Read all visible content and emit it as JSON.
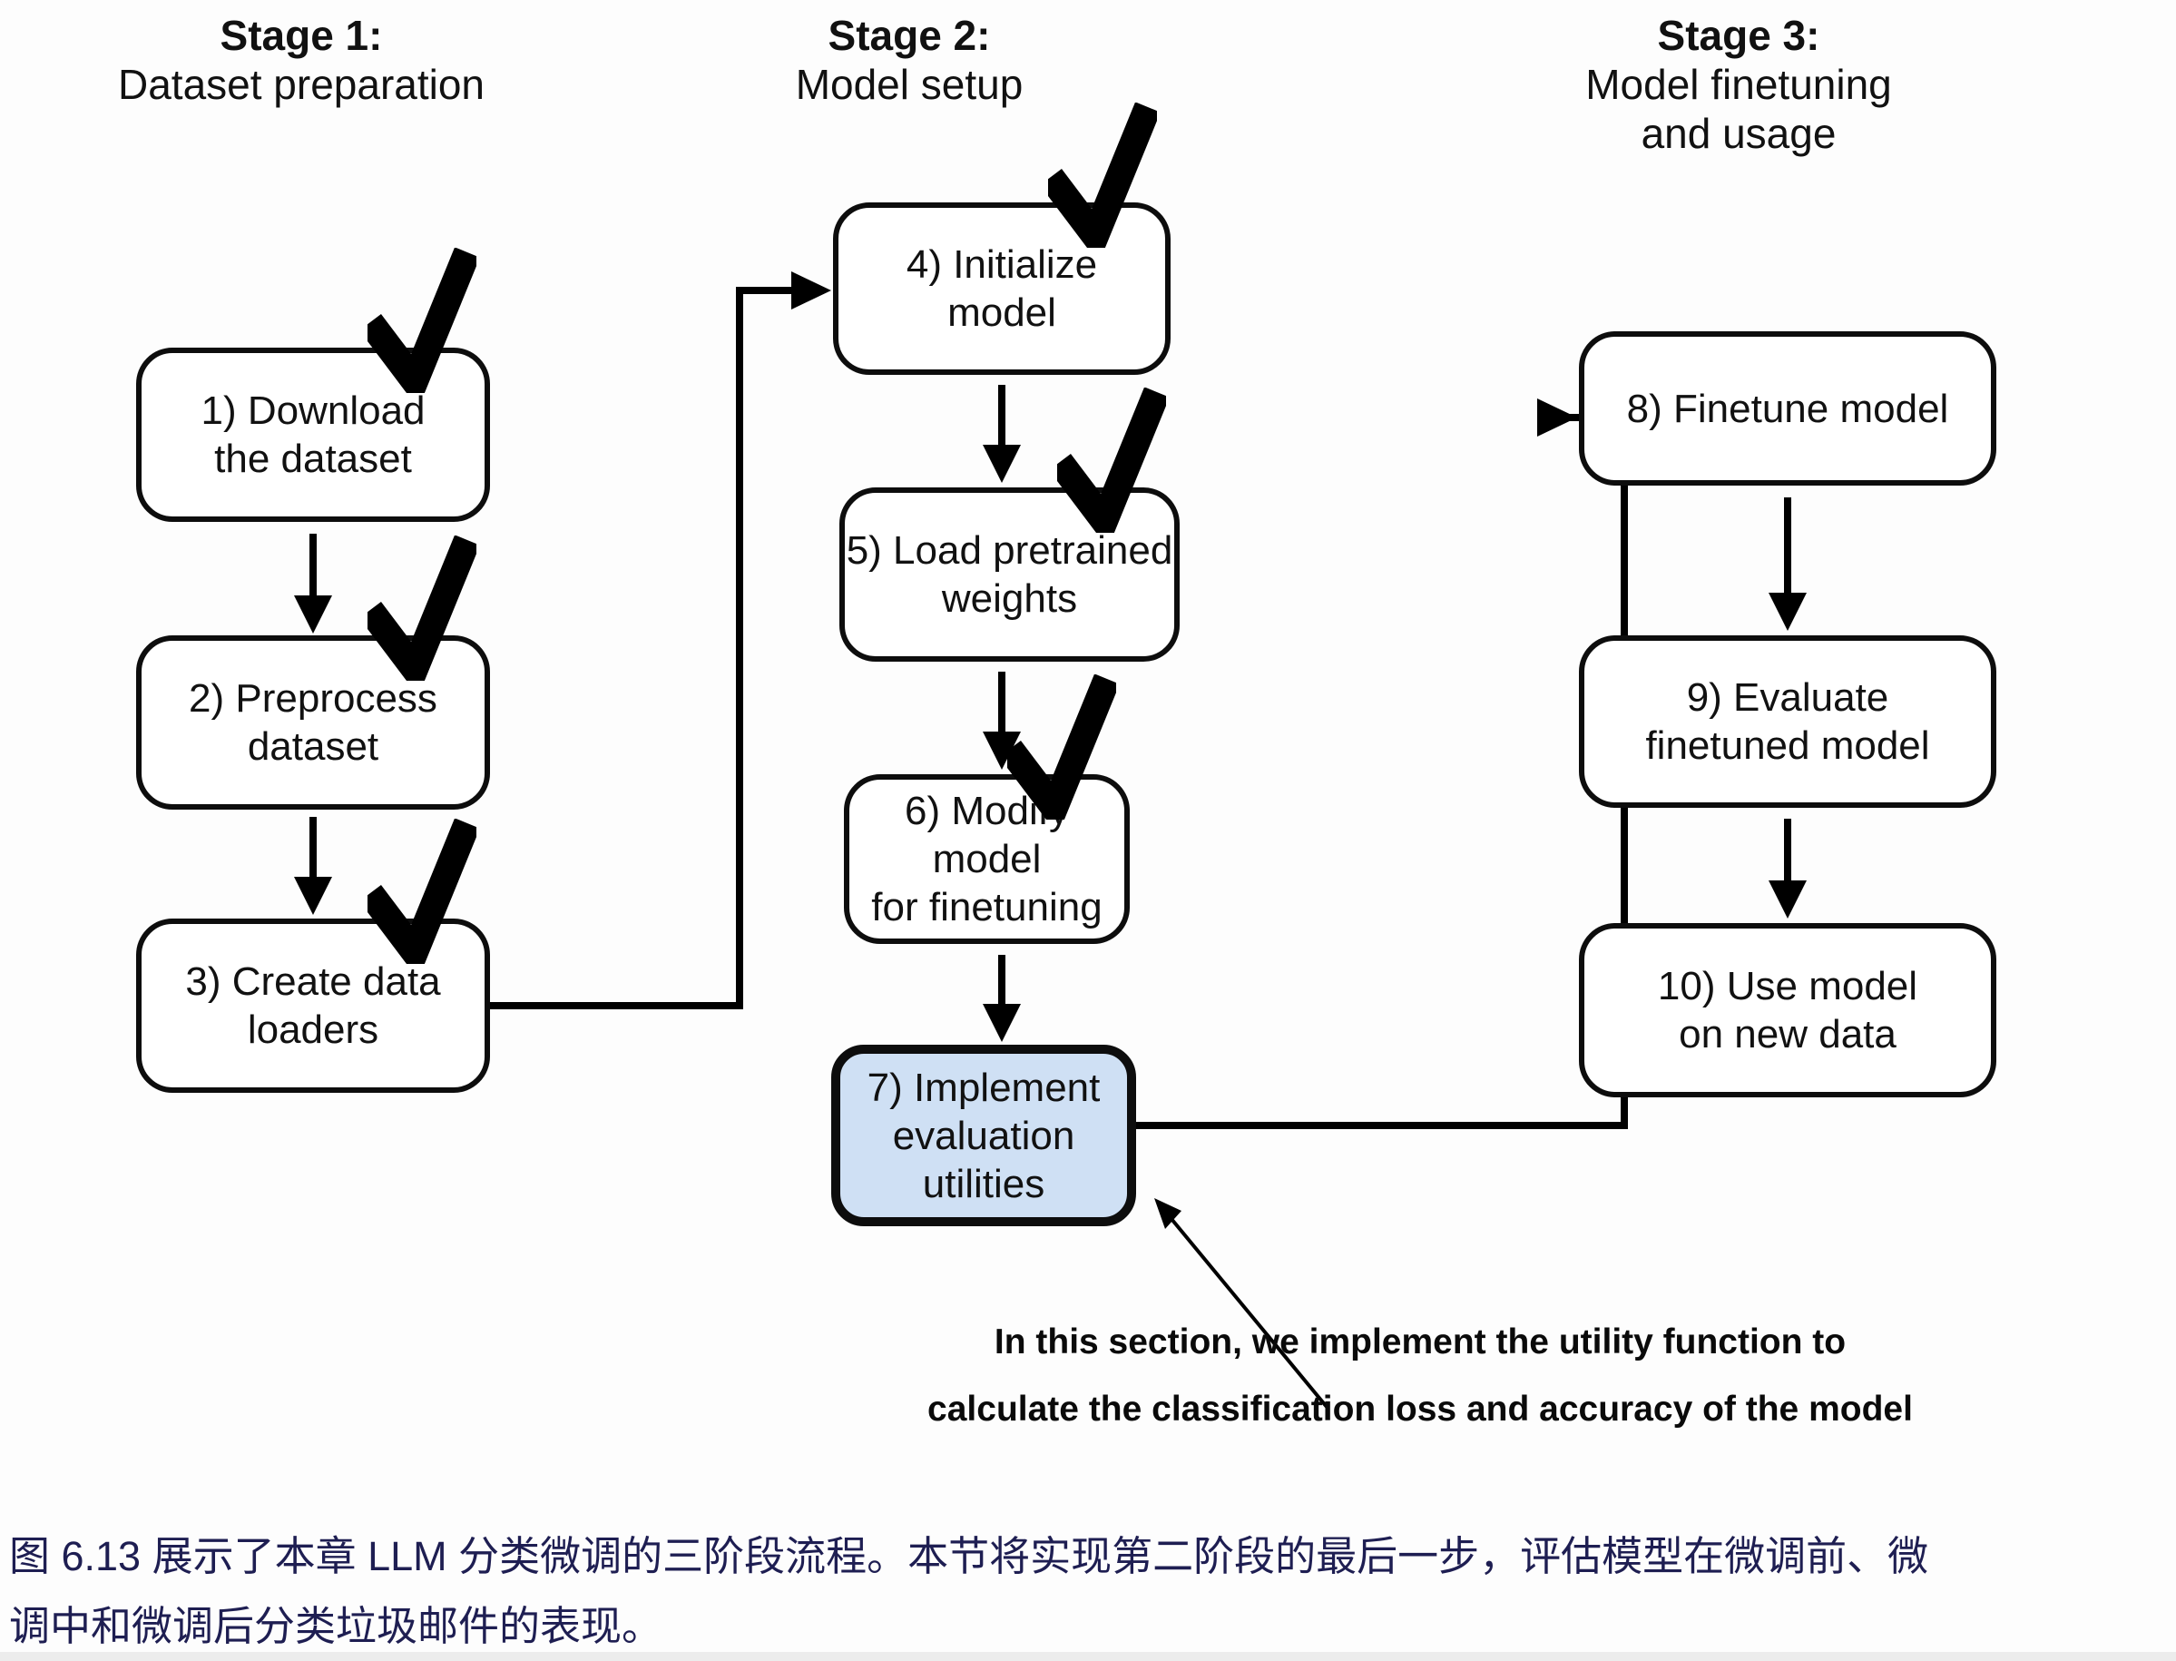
{
  "diagram": {
    "stages": [
      {
        "title": "Stage 1:",
        "subtitle": "Dataset preparation"
      },
      {
        "title": "Stage 2:",
        "subtitle": "Model setup"
      },
      {
        "title": "Stage 3:",
        "subtitle": "Model finetuning\nand usage"
      }
    ],
    "boxes": [
      {
        "id": 1,
        "label": "1) Download\nthe dataset",
        "checked": true,
        "highlighted": false
      },
      {
        "id": 2,
        "label": "2) Preprocess\ndataset",
        "checked": true,
        "highlighted": false
      },
      {
        "id": 3,
        "label": "3) Create data\nloaders",
        "checked": true,
        "highlighted": false
      },
      {
        "id": 4,
        "label": "4) Initialize\nmodel",
        "checked": true,
        "highlighted": false
      },
      {
        "id": 5,
        "label": "5) Load pretrained\nweights",
        "checked": true,
        "highlighted": false
      },
      {
        "id": 6,
        "label": "6) Modify model\nfor finetuning",
        "checked": true,
        "highlighted": false
      },
      {
        "id": 7,
        "label": "7) Implement\nevaluation utilities",
        "checked": false,
        "highlighted": true
      },
      {
        "id": 8,
        "label": "8) Finetune model",
        "checked": false,
        "highlighted": false
      },
      {
        "id": 9,
        "label": "9) Evaluate\nfinetuned model",
        "checked": false,
        "highlighted": false
      },
      {
        "id": 10,
        "label": "10) Use model\non new data",
        "checked": false,
        "highlighted": false
      }
    ],
    "annotation": "In this section, we implement the utility function to\ncalculate the classification loss and accuracy of the model",
    "highlight_color": "#cfe0f4",
    "line_color": "#000000",
    "icons": {
      "checkmark": "✔",
      "arrow_down": "↓",
      "arrow_right": "→"
    }
  },
  "caption": {
    "text": "图 6.13 展示了本章 LLM 分类微调的三阶段流程。本节将实现第二阶段的最后一步，评估模型在微调前、微\n调中和微调后分类垃圾邮件的表现。",
    "color": "#1e1e52"
  }
}
